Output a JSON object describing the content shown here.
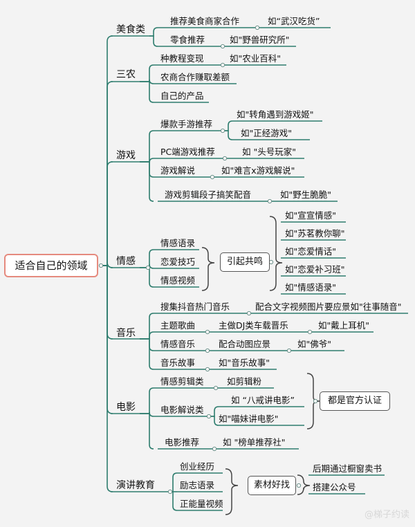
{
  "root": "适合自己的领域",
  "categories": {
    "food": {
      "label": "美食类",
      "items": [
        {
          "text": "推荐美食商家合作",
          "example": "如“武汉吃货”"
        },
        {
          "text": "零食推荐",
          "example": "如\"野兽研究所\""
        }
      ]
    },
    "agri": {
      "label": "三农",
      "items": [
        {
          "text": "种教程变现",
          "example": "如\"农业百科\""
        },
        {
          "text": "农商合作赚取差额"
        },
        {
          "text": "自己的产品"
        }
      ]
    },
    "game": {
      "label": "游戏",
      "items": [
        {
          "text": "爆款手游推荐",
          "examples": [
            "如\"转角遇到游戏姬\"",
            "如\"正经游戏\""
          ]
        },
        {
          "text": "PC端游戏推荐",
          "example": "如 \"头号玩家\""
        },
        {
          "text": "游戏解说",
          "example": "如\"难言x游戏解说\""
        },
        {
          "text": "游戏剪辑段子搞笑配音",
          "example": "如\"野生脆脆\""
        }
      ]
    },
    "emotion": {
      "label": "情感",
      "items": [
        {
          "text": "情感语录"
        },
        {
          "text": "恋爱技巧"
        },
        {
          "text": "情感视频"
        }
      ],
      "summary": "引起共鸣",
      "examples": [
        "如\"宣宣情感\"",
        "如\"苏茗教你聊\"",
        "如\"恋爱情话\"",
        "如\"恋爱补习班\"",
        "如\"情感语录\""
      ]
    },
    "music": {
      "label": "音乐",
      "items": [
        {
          "text": "搜集抖音热门音乐",
          "detail": "配合文字视频图片要应景如\"往事随音\""
        },
        {
          "text": "主题歌曲",
          "detail": "主做DJ类车载晋乐",
          "example": "如\"戴上耳机\""
        },
        {
          "text": "情感音乐",
          "detail": "配合动图应景",
          "example": "如\"佛爷\""
        },
        {
          "text": "音乐故事",
          "example": "如\"音乐故事\""
        }
      ]
    },
    "movie": {
      "label": "电影",
      "items": [
        {
          "text": "情感剪辑类",
          "example": "如剪辑粉"
        },
        {
          "text": "电影解说类",
          "examples": [
            "如 “八戒讲电影”",
            "如\"喵妹讲电影\""
          ]
        },
        {
          "text": "电影推荐",
          "example": "如 \"榜单推荐社\""
        }
      ],
      "summary": "都是官方认证"
    },
    "edu": {
      "label": "演讲教育",
      "items": [
        {
          "text": "创业经历"
        },
        {
          "text": "励志语录"
        },
        {
          "text": "正能量视频"
        }
      ],
      "summary": "素材好找",
      "outcomes": [
        "后期通过橱窗卖书",
        "搭建公众号"
      ]
    }
  },
  "watermark": "@梯子约读"
}
